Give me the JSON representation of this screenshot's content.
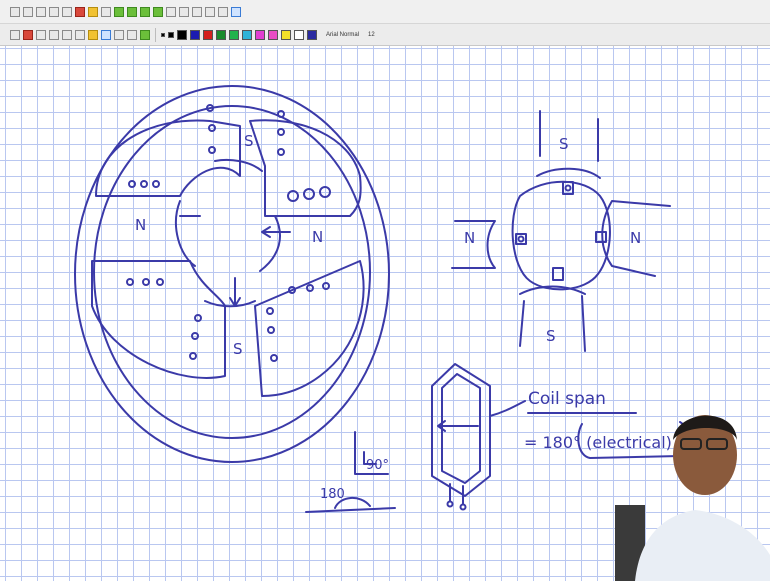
{
  "toolbar": {
    "font_name": "Arial Normal",
    "font_size": "12"
  },
  "colors": {
    "ink": "#3b3aa8",
    "grid": "#b9c7f0"
  },
  "drawing": {
    "pole_s_top": "S",
    "pole_n_left": "N",
    "pole_n_right": "N",
    "pole_s_bottom": "S",
    "small_n_left": "N",
    "small_n_right": "N",
    "small_s_top": "S",
    "small_s_bottom": "S",
    "coil_span_label": "Coil span",
    "coil_span_value": "= 180° (electrical)",
    "angle_90": "90°",
    "angle_180": "180"
  }
}
